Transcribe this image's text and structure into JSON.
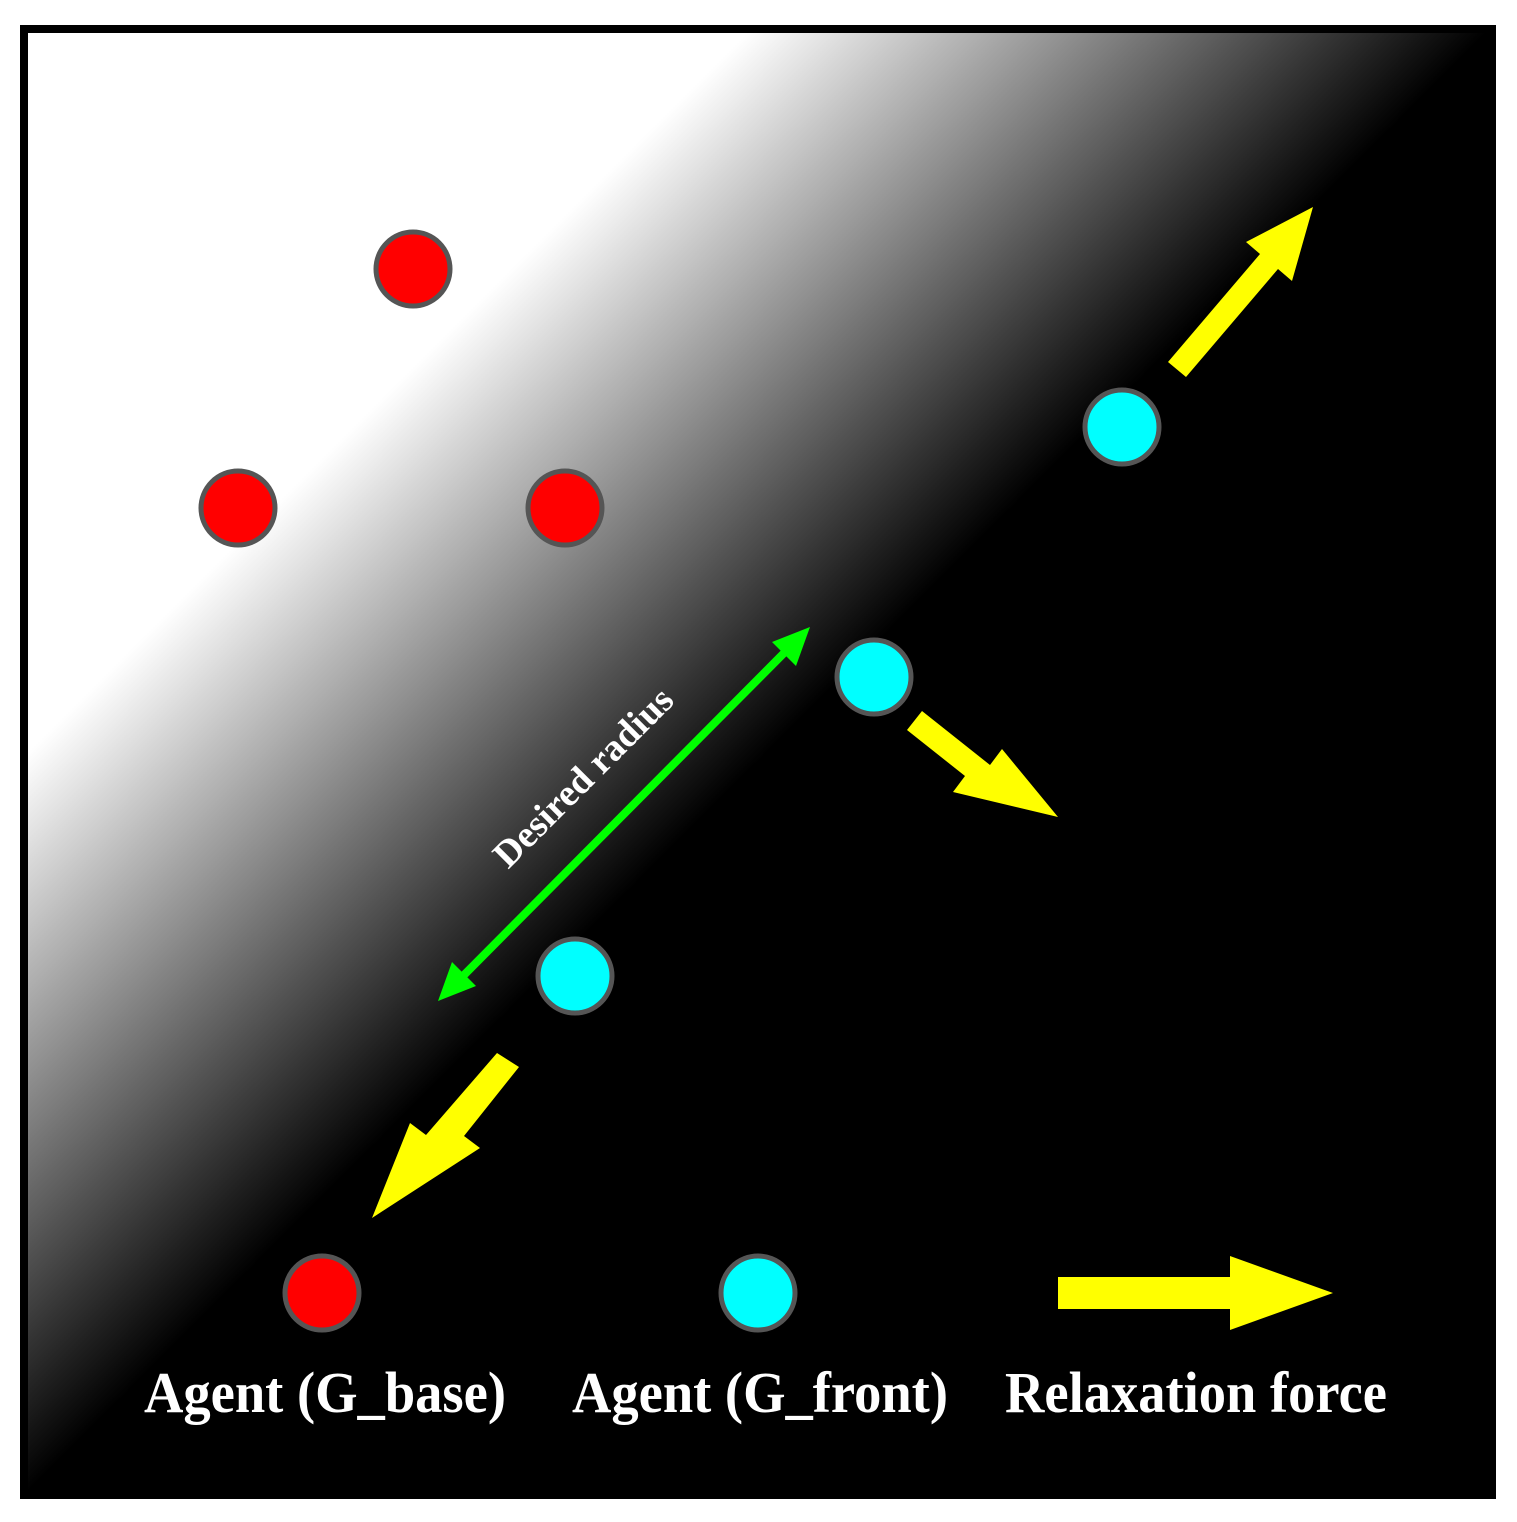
{
  "diagram": {
    "colors": {
      "background_light": "#ffffff",
      "background_dark": "#000000",
      "frame": "#000000",
      "agent_base": "#ff0000",
      "agent_front": "#00ffff",
      "agent_outline": "#555555",
      "relaxation_force": "#ffff00",
      "radius_arrow": "#00ff00",
      "label_text": "#ffffff"
    },
    "radius_label": "Desired radius",
    "legend": {
      "agent_base": "Agent (G_base)",
      "agent_front": "Agent (G_front)",
      "relaxation_force": "Relaxation force"
    }
  }
}
